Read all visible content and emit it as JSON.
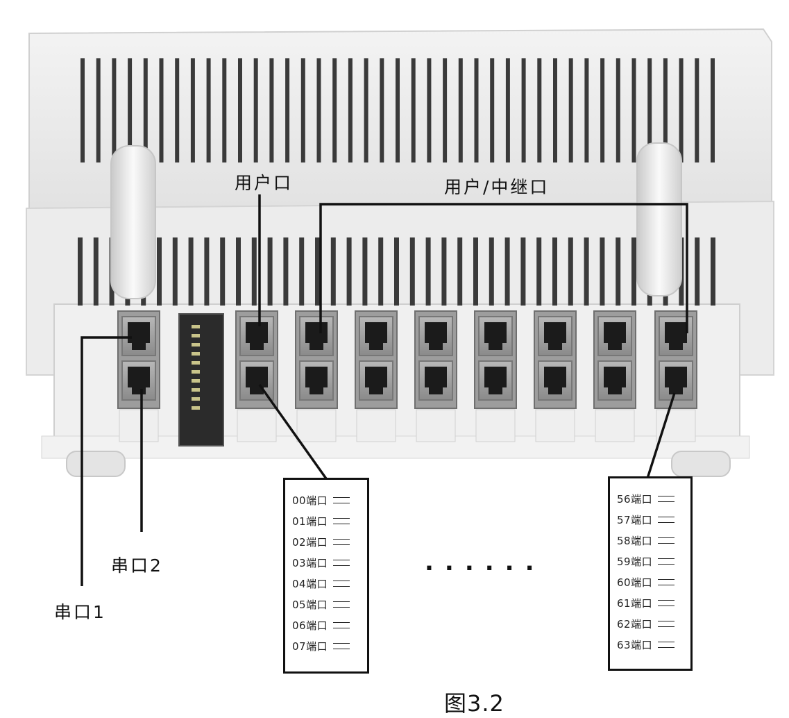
{
  "labels": {
    "user_port": "用户口",
    "user_trunk_port": "用户/中继口",
    "serial1": "串口1",
    "serial2": "串口2",
    "ellipsis": "......",
    "figure_caption": "图3.2"
  },
  "left_port_list": [
    "00端口",
    "01端口",
    "02端口",
    "03端口",
    "04端口",
    "05端口",
    "06端口",
    "07端口"
  ],
  "right_port_list": [
    "56端口",
    "57端口",
    "58端口",
    "59端口",
    "60端口",
    "61端口",
    "62端口",
    "63端口"
  ],
  "port_groups": 10
}
